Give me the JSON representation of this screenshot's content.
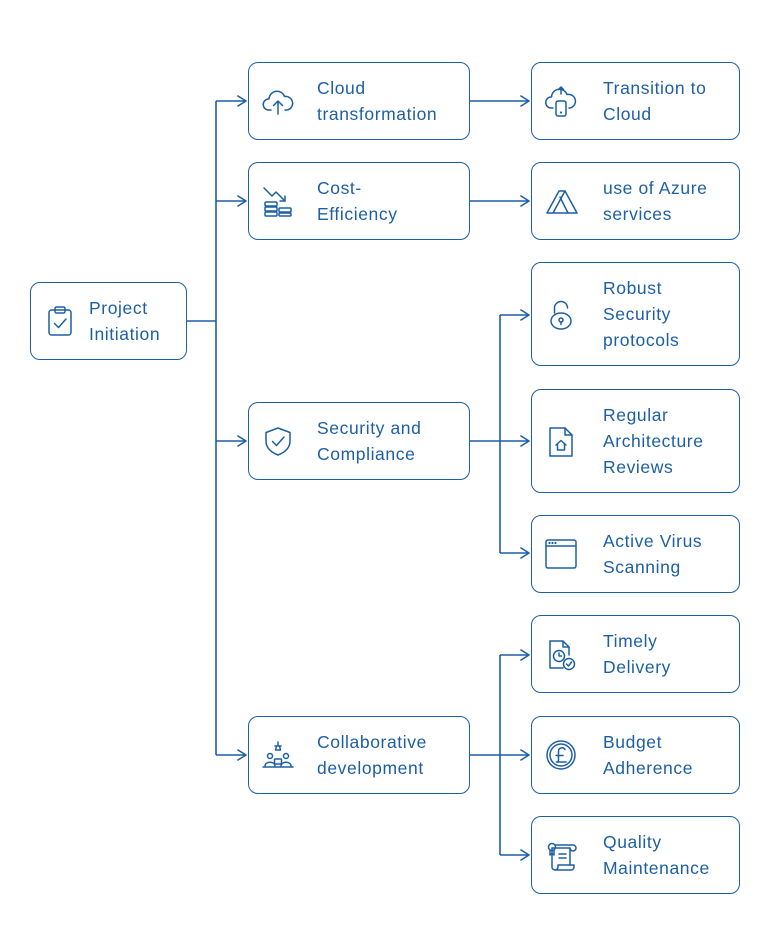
{
  "colors": {
    "accent": "#1d5fa5",
    "background": "#ffffff"
  },
  "nodes": {
    "project_initiation": {
      "label": "Project Initiation",
      "icon": "clipboard-check-icon"
    },
    "cloud_transformation": {
      "label": "Cloud transformation",
      "icon": "cloud-upload-icon"
    },
    "cost_efficiency": {
      "label": "Cost-Efficiency",
      "icon": "cost-reduction-icon"
    },
    "security_compliance": {
      "label": "Security and Compliance",
      "icon": "shield-check-icon"
    },
    "collaborative_development": {
      "label": "Collaborative development",
      "icon": "team-meeting-icon"
    },
    "transition_to_cloud": {
      "label": "Transition to Cloud",
      "icon": "cloud-device-icon"
    },
    "use_of_azure": {
      "label": "use of Azure services",
      "icon": "azure-logo-icon"
    },
    "robust_security": {
      "label": "Robust Security protocols",
      "icon": "padlock-icon"
    },
    "architecture_reviews": {
      "label": "Regular Architecture Reviews",
      "icon": "house-document-icon"
    },
    "virus_scanning": {
      "label": "Active Virus Scanning",
      "icon": "browser-window-icon"
    },
    "timely_delivery": {
      "label": "Timely Delivery",
      "icon": "clock-document-icon"
    },
    "budget_adherence": {
      "label": "Budget Adherence",
      "icon": "pound-coin-icon"
    },
    "quality_maintenance": {
      "label": "Quality Maintenance",
      "icon": "certificate-scroll-icon"
    }
  },
  "edges": [
    [
      "project_initiation",
      "cloud_transformation"
    ],
    [
      "project_initiation",
      "cost_efficiency"
    ],
    [
      "project_initiation",
      "security_compliance"
    ],
    [
      "project_initiation",
      "collaborative_development"
    ],
    [
      "cloud_transformation",
      "transition_to_cloud"
    ],
    [
      "cost_efficiency",
      "use_of_azure"
    ],
    [
      "security_compliance",
      "robust_security"
    ],
    [
      "security_compliance",
      "architecture_reviews"
    ],
    [
      "security_compliance",
      "virus_scanning"
    ],
    [
      "collaborative_development",
      "timely_delivery"
    ],
    [
      "collaborative_development",
      "budget_adherence"
    ],
    [
      "collaborative_development",
      "quality_maintenance"
    ]
  ]
}
